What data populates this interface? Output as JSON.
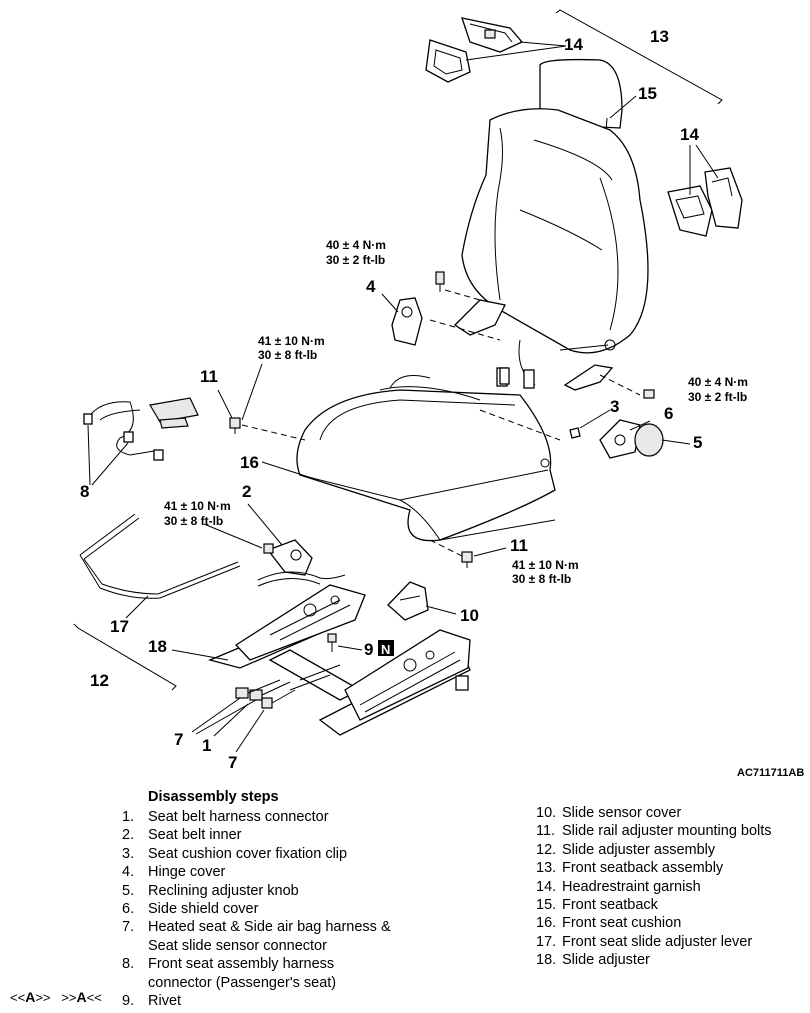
{
  "figure_id": "AC711711AB",
  "callouts": {
    "c1": "1",
    "c2": "2",
    "c3": "3",
    "c4": "4",
    "c5": "5",
    "c6": "6",
    "c7a": "7",
    "c7b": "7",
    "c8": "8",
    "c9": "9",
    "c10": "10",
    "c11a": "11",
    "c11b": "11",
    "c12": "12",
    "c13": "13",
    "c14a": "14",
    "c14b": "14",
    "c15": "15",
    "c16": "16",
    "c17": "17",
    "c18": "18"
  },
  "non_reusable_mark": "N",
  "torque": {
    "t1": {
      "nm": "40 ± 4 N·m",
      "ftlb": "30 ± 2 ft-lb"
    },
    "t2": {
      "nm": "41 ± 10 N·m",
      "ftlb": "30 ± 8 ft-lb"
    },
    "t3": {
      "nm": "40 ± 4 N·m",
      "ftlb": "30 ± 2 ft-lb"
    },
    "t4": {
      "nm": "41 ± 10 N·m",
      "ftlb": "30 ± 8 ft-lb"
    },
    "t5": {
      "nm": "41 ± 10 N·m",
      "ftlb": "30 ± 8 ft-lb"
    }
  },
  "steps_title": "Disassembly steps",
  "steps": [
    {
      "num": "1.",
      "lines": [
        "Seat belt harness connector"
      ]
    },
    {
      "num": "2.",
      "lines": [
        "Seat belt inner"
      ]
    },
    {
      "num": "3.",
      "lines": [
        "Seat cushion cover fixation clip"
      ]
    },
    {
      "num": "4.",
      "lines": [
        "Hinge cover"
      ]
    },
    {
      "num": "5.",
      "lines": [
        "Reclining adjuster knob"
      ]
    },
    {
      "num": "6.",
      "lines": [
        "Side shield cover"
      ]
    },
    {
      "num": "7.",
      "lines": [
        "Heated seat & Side air bag harness &",
        "Seat slide sensor connector"
      ]
    },
    {
      "num": "8.",
      "lines": [
        "Front seat assembly harness",
        "connector (Passenger's seat)"
      ]
    },
    {
      "num": "9.",
      "lines": [
        "Rivet"
      ]
    },
    {
      "num": "10.",
      "lines": [
        "Slide sensor cover"
      ]
    },
    {
      "num": "11.",
      "lines": [
        "Slide rail adjuster mounting bolts"
      ]
    },
    {
      "num": "12.",
      "lines": [
        "Slide adjuster assembly"
      ]
    },
    {
      "num": "13.",
      "lines": [
        "Front seatback assembly"
      ]
    },
    {
      "num": "14.",
      "lines": [
        "Headrestraint garnish"
      ]
    },
    {
      "num": "15.",
      "lines": [
        "Front seatback"
      ]
    },
    {
      "num": "16.",
      "lines": [
        "Front seat cushion"
      ]
    },
    {
      "num": "17.",
      "lines": [
        "Front seat slide adjuster lever"
      ]
    },
    {
      "num": "18.",
      "lines": [
        "Slide adjuster"
      ]
    }
  ],
  "nav": {
    "prev_open": "<<",
    "prev_letter": "A",
    "prev_close": ">>",
    "next_open": ">>",
    "next_letter": "A",
    "next_close": "<<"
  }
}
